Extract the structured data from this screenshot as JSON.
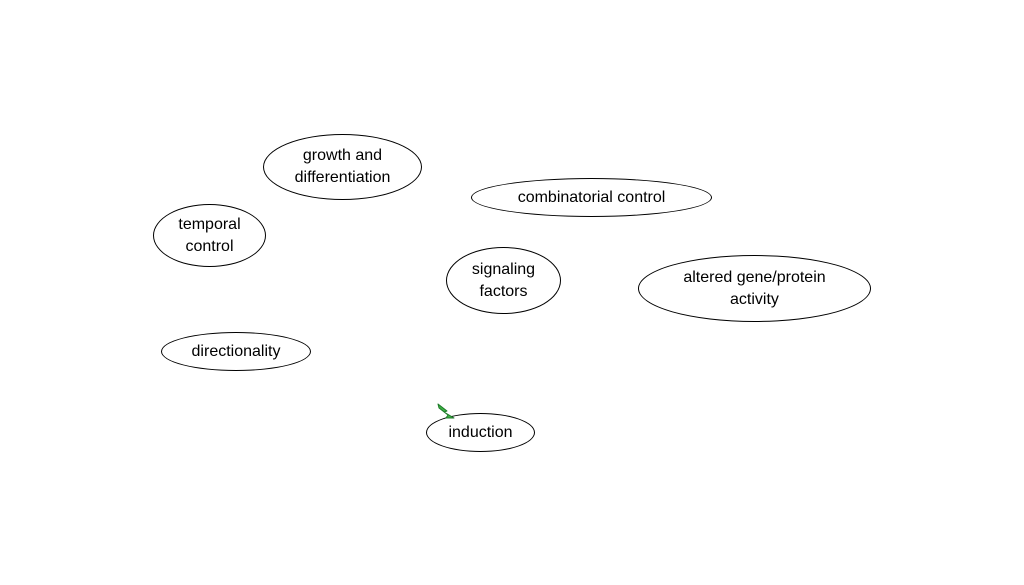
{
  "diagram": {
    "nodes": [
      {
        "id": "growth",
        "label": "growth and\ndifferentiation"
      },
      {
        "id": "combinatorial",
        "label": "combinatorial control"
      },
      {
        "id": "temporal",
        "label": "temporal\ncontrol"
      },
      {
        "id": "signaling",
        "label": "signaling\nfactors"
      },
      {
        "id": "altered",
        "label": "altered gene/protein\nactivity"
      },
      {
        "id": "directionality",
        "label": "directionality"
      },
      {
        "id": "induction",
        "label": "induction"
      }
    ]
  },
  "colors": {
    "background": "#ffffff",
    "node_border": "#000000",
    "text": "#000000",
    "cursor_fill": "#3cb043",
    "cursor_stroke": "#1e7a28"
  },
  "icons": {
    "cursor": "green-arrow-cursor-icon"
  }
}
